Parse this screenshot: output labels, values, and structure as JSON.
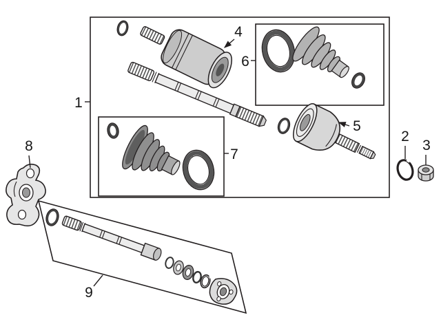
{
  "labels": {
    "p1": "1",
    "p2": "2",
    "p3": "3",
    "p4": "4",
    "p5": "5",
    "p6": "6",
    "p7": "7",
    "p8": "8",
    "p9": "9"
  },
  "colors": {
    "background": "#ffffff",
    "line": "#231f20",
    "metal_light": "#ececec",
    "metal_mid": "#c9c9c9",
    "rubber_dark": "#8f8f8f",
    "clamp_gray": "#555555"
  }
}
